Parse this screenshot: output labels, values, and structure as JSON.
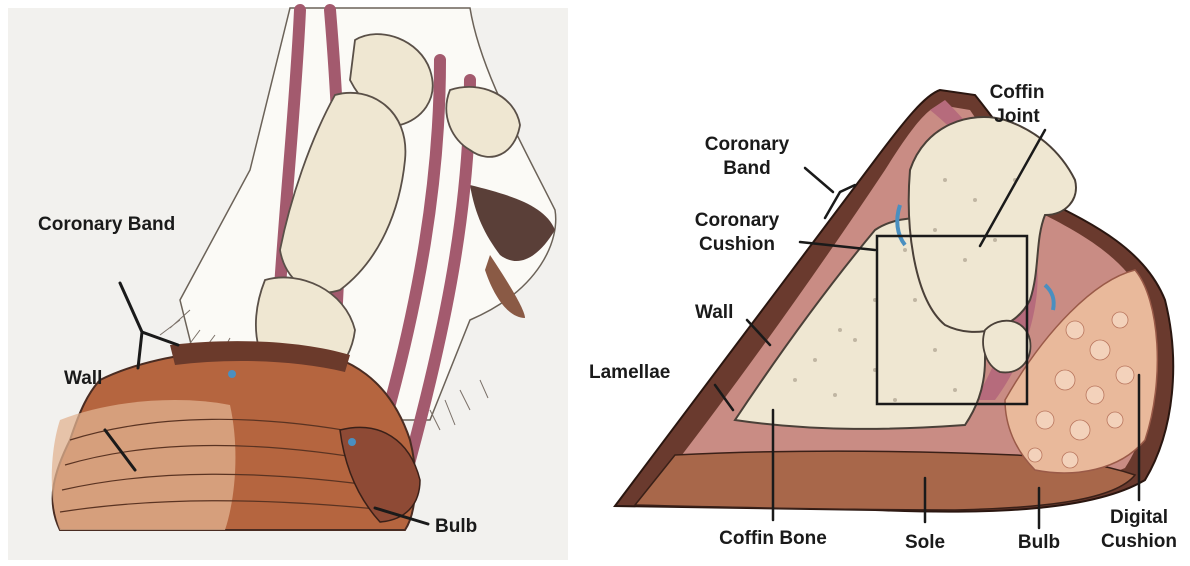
{
  "left": {
    "labels": {
      "coronary_band": "Coronary Band",
      "wall": "Wall",
      "bulb": "Bulb"
    }
  },
  "right": {
    "labels": {
      "coffin_joint_1": "Coffin",
      "coffin_joint_2": "Joint",
      "coronary_band_1": "Coronary",
      "coronary_band_2": "Band",
      "coronary_cushion_1": "Coronary",
      "coronary_cushion_2": "Cushion",
      "wall": "Wall",
      "lamellae": "Lamellae",
      "coffin_bone": "Coffin Bone",
      "sole": "Sole",
      "bulb": "Bulb",
      "digital_cushion_1": "Digital",
      "digital_cushion_2": "Cushion"
    }
  },
  "colors": {
    "hoof_wall": "#b5653f",
    "tendon": "#a35a6e",
    "bone": "#efe7d2",
    "sole": "#a8674a",
    "digital_cushion": "#e9b99b",
    "line": "#1a1a1a"
  }
}
